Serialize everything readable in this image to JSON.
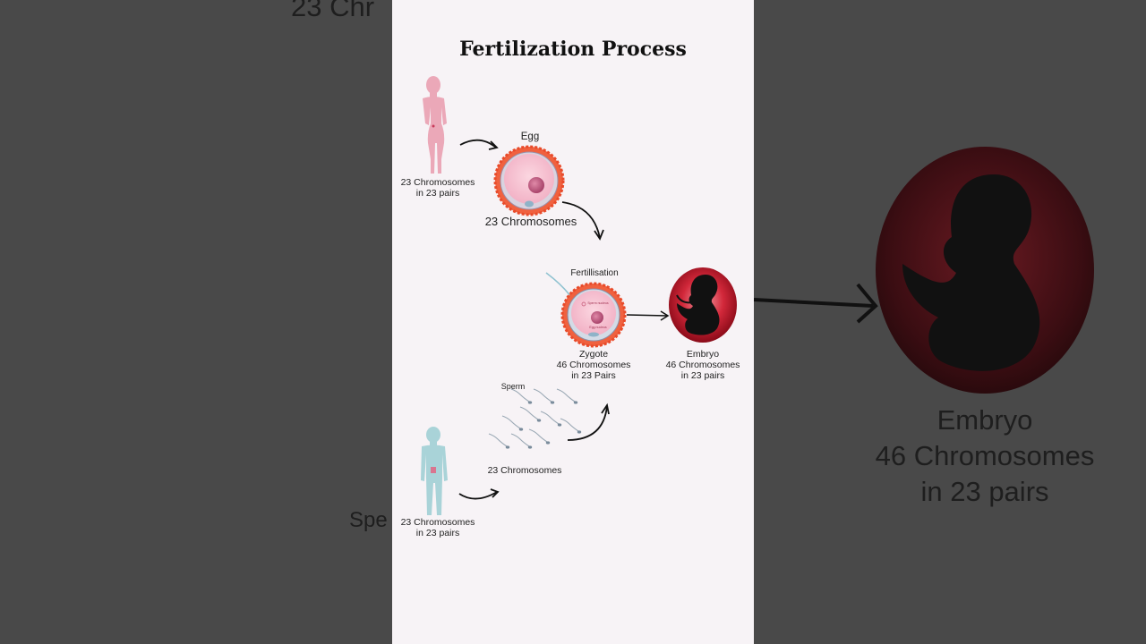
{
  "background": {
    "top_left_fragment": "23 Chr",
    "left_fragment": "Spe",
    "embryo_label": [
      "Embryo",
      "46 Chromosomes",
      "in 23 pairs"
    ]
  },
  "diagram": {
    "title": "Fertilization Process",
    "female": {
      "label": [
        "23 Chromosomes",
        "in 23 pairs"
      ]
    },
    "egg": {
      "title": "Egg",
      "label": "23 Chromosomes"
    },
    "fertilisation": {
      "title": "Fertillisation",
      "sperm_nucleus": "Sperm nucleus",
      "egg_nucleus": "Egg nucleus"
    },
    "zygote": {
      "label": [
        "Zygote",
        "46 Chromosomes",
        "in 23 Pairs"
      ]
    },
    "embryo": {
      "label": [
        "Embryo",
        "46 Chromosomes",
        "in 23 pairs"
      ]
    },
    "sperm": {
      "title": "Sperm",
      "label": "23 Chromosomes"
    },
    "male": {
      "label": [
        "23 Chromosomes",
        "in 23 pairs"
      ]
    }
  },
  "colors": {
    "background": "#494949",
    "panel": "#f7f3f6",
    "female": "#eba8b8",
    "male": "#a9d3d8",
    "egg_ring": "#f0613f",
    "embryo_red": "#c8102e"
  }
}
